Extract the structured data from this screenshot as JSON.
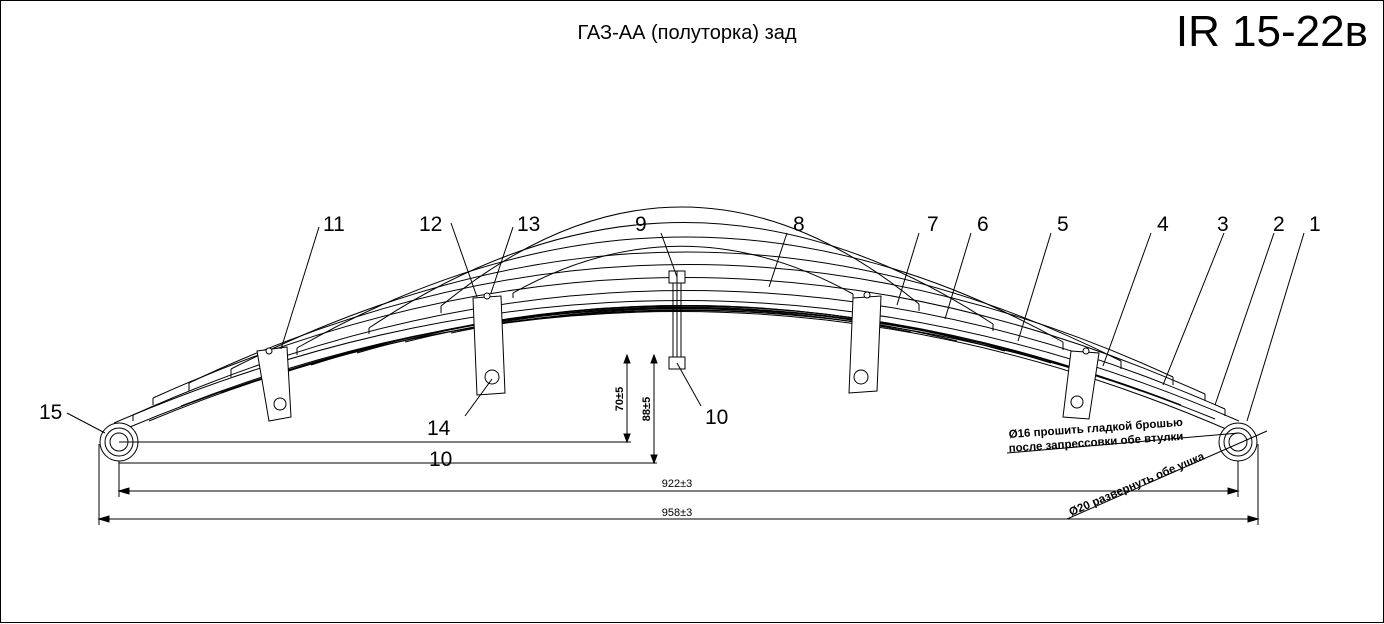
{
  "drawing": {
    "title": "ГАЗ-АА (полуторка) зад",
    "code": "IR 15-22в"
  },
  "callouts": {
    "c1": "1",
    "c2": "2",
    "c3": "3",
    "c4": "4",
    "c5": "5",
    "c6": "6",
    "c7": "7",
    "c8": "8",
    "c9": "9",
    "c10_bolt": "10",
    "c11": "11",
    "c12": "12",
    "c13": "13",
    "c14": "14",
    "c15": "15",
    "c10_lower": "10"
  },
  "dimensions": {
    "inner_length": "922±3",
    "outer_length": "958±3",
    "height_70": "70±5",
    "height_88": "88±5"
  },
  "notes": {
    "bushing_line1": "Ø16 прошить гладкой брошью",
    "bushing_line2": "после запрессовки обе втулки",
    "eye_ream": "Ø20 развернуть обе ушка"
  }
}
